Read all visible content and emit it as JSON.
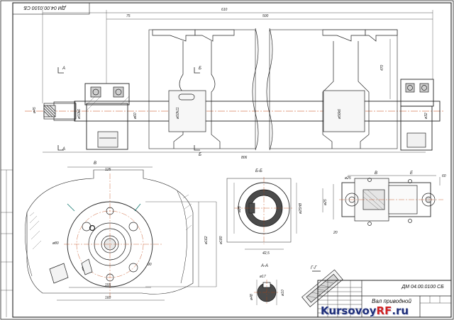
{
  "drawing": {
    "title_code": "ДМ 04.00.0100 СБ",
    "title_name": "Вал приводной",
    "rotated_code": "ДМ 04.00.0100 СБ",
    "sections": [
      "Б-Б",
      "А-А",
      "Г-Г",
      "В",
      "Е"
    ],
    "views": [
      "А",
      "Б",
      "В",
      "Г",
      "Е"
    ],
    "dimensions": [
      "610",
      "75",
      "500",
      "806",
      "470",
      "ø45",
      "ø50k6",
      "ø60",
      "ø50h11",
      "ø56k6",
      "ø32",
      "125",
      "155",
      "160",
      "ø162",
      "ø180",
      "90",
      "ø80",
      "ø90",
      "ø48",
      "ø25",
      "42,5",
      "ø17",
      "ø10",
      "20",
      "60",
      "ø25H8"
    ]
  },
  "watermark": {
    "main": "Kursovoy",
    "accent": "RF",
    "suffix": ".ru"
  }
}
